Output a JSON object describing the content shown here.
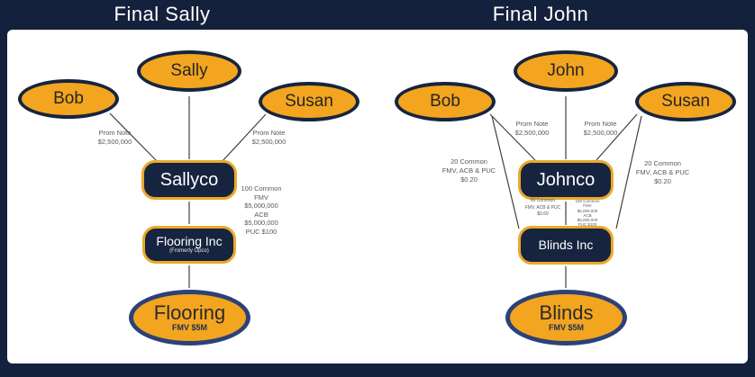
{
  "titles": {
    "sally": "Final Sally",
    "john": "Final John"
  },
  "sally_panel": {
    "nodes": {
      "bob": "Bob",
      "sally": "Sally",
      "susan": "Susan",
      "sallyco": "Sallyco",
      "flooring_inc": "Flooring Inc",
      "flooring_inc_note": "(Fromerly Opco)",
      "flooring": "Flooring",
      "flooring_value": "FMV $5M"
    },
    "labels": {
      "prom_note_bob": "Prom Note\n$2,500,000",
      "prom_note_susan": "Prom Note\n$2,500,000",
      "sallyco_shares": "100 Common\nFMV\n$5,000,000\nACB\n$5,000,000\nPUC $100"
    }
  },
  "john_panel": {
    "nodes": {
      "bob": "Bob",
      "john": "John",
      "susan": "Susan",
      "johnco": "Johnco",
      "blinds_inc": "Blinds Inc",
      "blinds": "Blinds",
      "blinds_value": "FMV $5M"
    },
    "labels": {
      "prom_note_bob": "Prom Note\n$2,500,000",
      "prom_note_susan": "Prom Note\n$2,500,000",
      "bob_common": "20 Common\nFMV, ACB & PUC\n$0.20",
      "susan_common": "20 Common\nFMV, ACB & PUC\n$0.20",
      "johnco_common": "60 Common\nFMV, ACB & PUC\n$0.60",
      "johnco_frozen": "100 Common\nFMV\n$5,000,000\nACB\n$5,000,000\nPUC $100"
    }
  },
  "colors": {
    "navy": "#14213C",
    "orange": "#F3A51F",
    "gold_border": "#EBA929",
    "node_border": "#16243F",
    "opco_border": "#2B4178",
    "label_gray": "#58595B"
  }
}
